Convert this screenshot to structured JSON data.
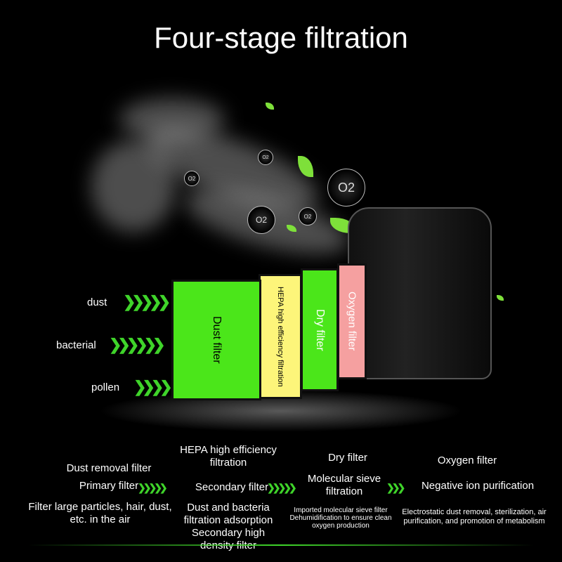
{
  "title": "Four-stage filtration",
  "o2_label": "O2",
  "inputs": [
    "dust",
    "bacterial",
    "pollen"
  ],
  "panels": [
    "Dust filter",
    "HEPA high efficiency filtration",
    "Dry filter",
    "Oxygen filter"
  ],
  "colors": {
    "green": "#4be61a",
    "yellow": "#fdf57a",
    "pink": "#f5a0a0",
    "arrow": "#3fd42a"
  },
  "stages": [
    {
      "heading": "Dust removal filter",
      "type": "Primary filter",
      "desc": "Filter large particles, hair, dust, etc. in the air"
    },
    {
      "heading": "HEPA high efficiency filtration",
      "type": "Secondary filter",
      "desc": "Dust and bacteria filtration adsorption",
      "desc2": "Secondary high density filter"
    },
    {
      "heading": "Dry filter",
      "type": "Molecular sieve filtration",
      "desc": "Imported molecular sieve filter Dehumidification to ensure clean oxygen production"
    },
    {
      "heading": "Oxygen filter",
      "type": "Negative ion purification",
      "desc": "Electrostatic dust removal, sterilization, air purification, and promotion of metabolism"
    }
  ]
}
